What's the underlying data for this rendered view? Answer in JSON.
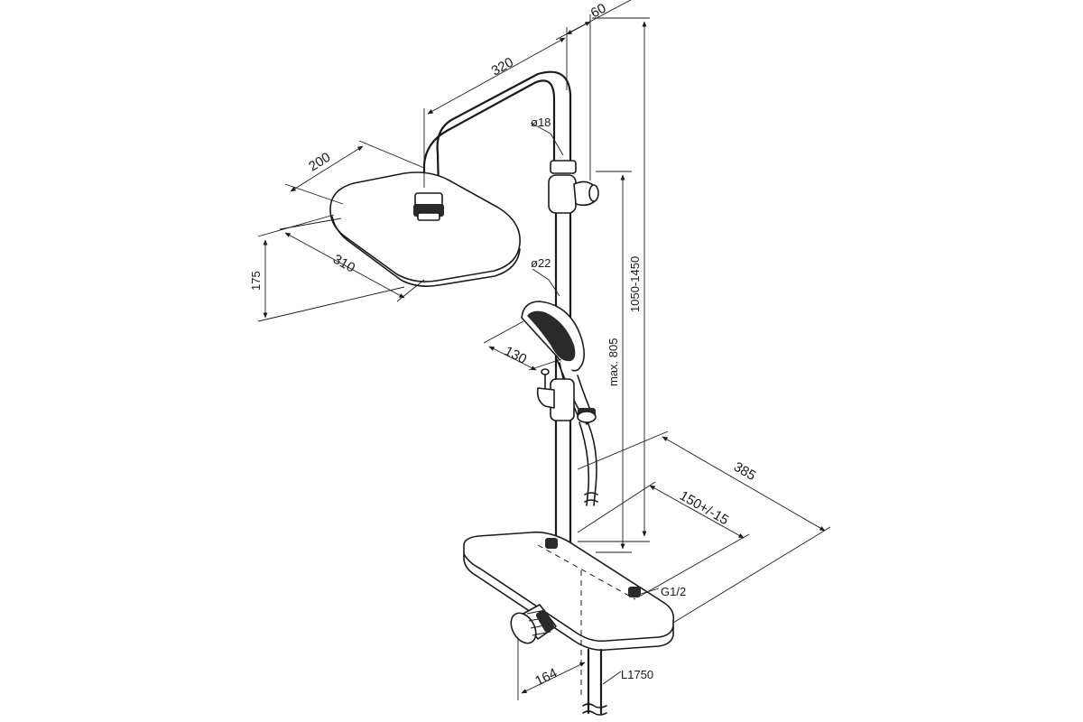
{
  "diagram": {
    "dimensions": {
      "arm_length": "320",
      "wall_offset": "60",
      "arm_diameter": "ø18",
      "head_depth": "200",
      "head_width": "310",
      "head_height": "175",
      "rail_diameter": "ø22",
      "total_height": "1050-1450",
      "slider_max": "max. 805",
      "handshower_width": "130",
      "shelf_depth": "385",
      "inlet_spacing": "150+/-15",
      "inlet_thread": "G1/2",
      "mixer_to_rail": "164",
      "hose_length": "L1750"
    }
  }
}
